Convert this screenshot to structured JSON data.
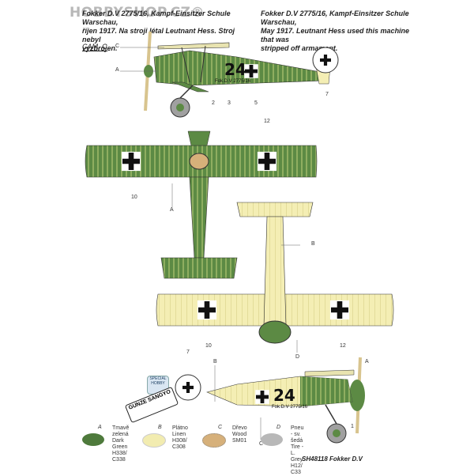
{
  "watermark": "HOBBYSHOP.CZ®",
  "caption_cz": {
    "line1": "Fokker D.V 2775/16, Kampf-Einsitzer Schule Warschau,",
    "line2": "říjen 1917. Na stroji létal Leutnant Hess. Stroj nebyl",
    "line3": "vyzbrojen."
  },
  "caption_en": {
    "line1": "Fokker D.V 2775/16, Kampf-Einsitzer Schule Warschau,",
    "line2": "May 1917. Leutnant Hess used this machine that was",
    "line3": "stripped off armament."
  },
  "cam_label": "CAM. C",
  "aircraft": {
    "number": "24",
    "serial": "Fok.D.V 2775/16"
  },
  "callouts": {
    "a": "A",
    "b": "B",
    "c": "C",
    "d": "D",
    "n1": "1",
    "n2": "2",
    "n3": "3",
    "n5": "5",
    "n7": "7",
    "n10": "10",
    "n12": "12"
  },
  "legend": [
    {
      "letter": "A",
      "name_cz": "Tmavě zelená",
      "name_en": "Dark Green",
      "code": "H338/ C338",
      "color": "#4e7a3c"
    },
    {
      "letter": "B",
      "name_cz": "Plátno",
      "name_en": "Linen",
      "code": "H308/ C308",
      "color": "#f2ecb0"
    },
    {
      "letter": "C",
      "name_cz": "Dřevo",
      "name_en": "Wood",
      "code": "SM01",
      "color": "#d6b07a"
    },
    {
      "letter": "D",
      "name_cz": "Pneu - sv. šedá",
      "name_en": "Tire - L. Grey",
      "code": "H12/ C33",
      "color": "#b8b8b8"
    }
  ],
  "product_code": "SH48118 Fokker D.V",
  "logo_top": "SPECIAL HOBBY",
  "logo_bottom": "GUNZE SANGYO"
}
